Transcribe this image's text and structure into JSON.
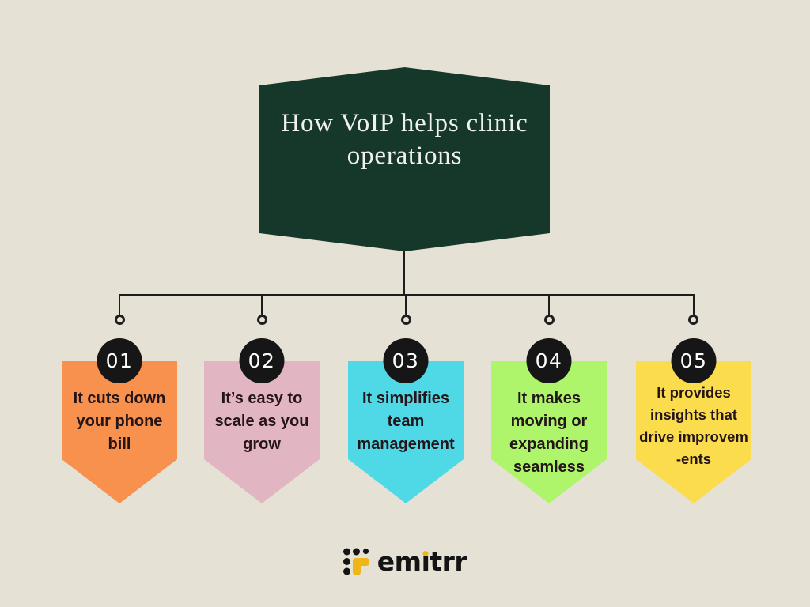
{
  "background_color": "#E6E1D5",
  "header": {
    "title_line1": "How VoIP helps clinic",
    "title_line2": "operations",
    "bg_color": "#16382B",
    "text_color": "#F1F2EC"
  },
  "connector": {
    "color": "#1D1D1D"
  },
  "badge": {
    "bg_color": "#161616",
    "text_color": "#FFFFFF"
  },
  "items": [
    {
      "number": "01",
      "color": "#F7914D",
      "lines": [
        "It cuts down",
        "your phone",
        "bill"
      ]
    },
    {
      "number": "02",
      "color": "#E1B5C2",
      "lines": [
        "It’s easy to",
        "scale as you",
        "grow"
      ]
    },
    {
      "number": "03",
      "color": "#4FD9E6",
      "lines": [
        "It simplifies",
        "team",
        "management"
      ]
    },
    {
      "number": "04",
      "color": "#AEF56C",
      "lines": [
        "It makes",
        "moving or",
        "expanding",
        "seamless"
      ]
    },
    {
      "number": "05",
      "color": "#FBDC4D",
      "lines": [
        "It provides",
        "insights that",
        "drive improvem",
        "-ents"
      ]
    }
  ],
  "text_color": "#241519",
  "logo": {
    "name": "emitrr",
    "part_before_i": "em",
    "dotless_i": "ı",
    "part_after_i": "trr",
    "text_color": "#141414",
    "accent_color": "#F0B517"
  }
}
